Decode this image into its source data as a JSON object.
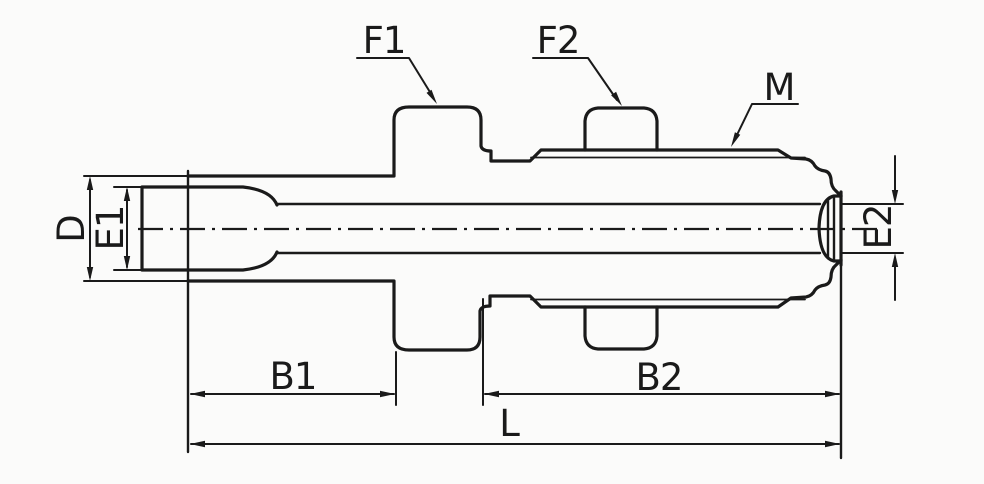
{
  "drawing": {
    "labels": {
      "f1": "F1",
      "f2": "F2",
      "m": "M",
      "d": "D",
      "e1": "E1",
      "e2": "E2",
      "b1": "B1",
      "b2": "B2",
      "l": "L"
    },
    "colors": {
      "line": "#1a1a1a",
      "background": "#fbfbfa"
    }
  }
}
